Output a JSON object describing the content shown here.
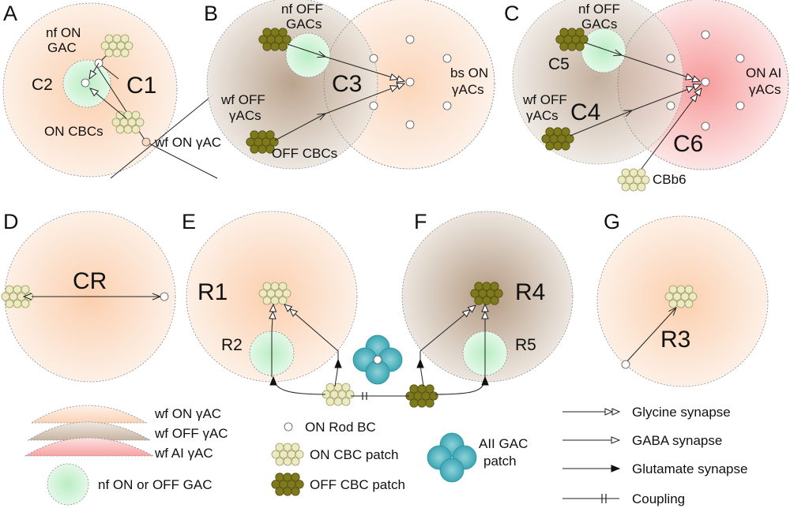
{
  "colors": {
    "wf_on": "#f9d3b6",
    "wf_off": "#c1ad98",
    "wf_ai": "#f7a3a3",
    "nf_gac": "#c9f0d0",
    "on_cbc": "#e9e6b8",
    "off_cbc": "#7e7a1c",
    "aii": "#4fb4c0",
    "rod": "#ffffff"
  },
  "icons": [
    "on-cbc-patch-icon",
    "off-cbc-patch-icon",
    "rod-bc-icon",
    "aii-gac-patch-icon",
    "nf-gac-icon",
    "glycine-arrow-icon",
    "gaba-arrow-icon",
    "glutamate-arrow-icon",
    "coupling-icon"
  ],
  "panels": {
    "A": {
      "letter": "A",
      "nf_on_gac": [
        "nf ON",
        "GAC"
      ],
      "c1": "C1",
      "c2": "C2",
      "on_cbcs": "ON  CBCs",
      "wf_on": "wf ON γAC"
    },
    "B": {
      "letter": "B",
      "nf_off_gacs": [
        "nf OFF",
        "GACs"
      ],
      "c3": "C3",
      "bs_on": [
        "bs ON",
        "γACs"
      ],
      "wf_off": [
        "wf OFF",
        "γACs"
      ],
      "off_cbcs": "OFF  CBCs"
    },
    "C": {
      "letter": "C",
      "nf_off_gacs": [
        "nf OFF",
        "GACs"
      ],
      "c5": "C5",
      "c4": "C4",
      "c6": "C6",
      "wf_off": [
        "wf OFF",
        "γACs"
      ],
      "on_ai": [
        "ON AI",
        "γACs"
      ],
      "cbb6": "CBb6"
    },
    "D": {
      "letter": "D",
      "cr": "CR"
    },
    "E": {
      "letter": "E",
      "r1": "R1",
      "r2": "R2"
    },
    "F": {
      "letter": "F",
      "r4": "R4",
      "r5": "R5"
    },
    "G": {
      "letter": "G",
      "r3": "R3"
    }
  },
  "legend": {
    "wf_on": "wf ON γAC",
    "wf_off": "wf OFF γAC",
    "wf_ai": "wf AI γAC",
    "nf_gac": "nf ON or OFF GAC",
    "rod_bc": "ON Rod BC",
    "on_cbc": "ON CBC patch",
    "off_cbc": "OFF CBC patch",
    "aii": [
      "AII GAC",
      "patch"
    ],
    "glycine": "Glycine synapse",
    "gaba": "GABA synapse",
    "glutamate": "Glutamate synapse",
    "coupling": "Coupling"
  }
}
